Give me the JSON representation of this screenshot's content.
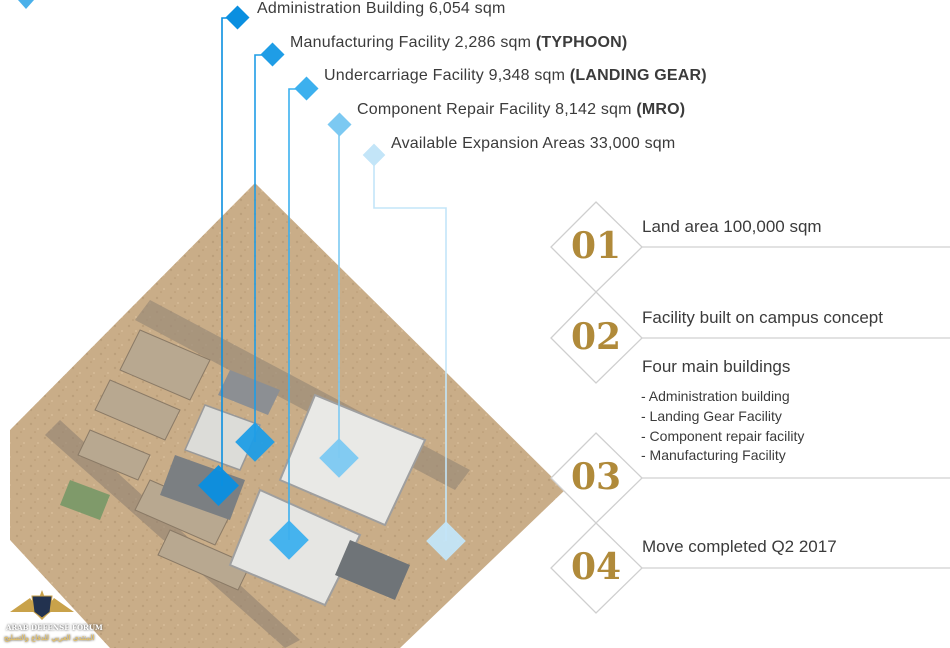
{
  "legend": [
    {
      "text": "Administration Building 6,054 sqm",
      "tag": "",
      "color": "#0a8fe0"
    },
    {
      "text": "Manufacturing Facility 2,286 sqm",
      "tag": "(TYPHOON)",
      "color": "#1f9de6"
    },
    {
      "text": "Undercarriage Facility 9,348 sqm",
      "tag": "(LANDING GEAR)",
      "color": "#3cb0ee"
    },
    {
      "text": "Component Repair Facility 8,142 sqm",
      "tag": "(MRO)",
      "color": "#7cc9f2"
    },
    {
      "text": "Available Expansion Areas 33,000 sqm",
      "tag": "",
      "color": "#c3e5f8"
    }
  ],
  "facts": [
    {
      "number": "01",
      "text": "Land area 100,000 sqm"
    },
    {
      "number": "02",
      "text": "Facility built on campus concept"
    },
    {
      "number": "03",
      "text": "Four main buildings"
    },
    {
      "number": "04",
      "text": "Move completed Q2 2017"
    }
  ],
  "buildings_list": [
    "- Administration building",
    "- Landing Gear Facility",
    "- Component repair facility",
    "- Manufacturing Facility"
  ],
  "watermark": {
    "line1": "ARAB DEFENSE FORUM",
    "line2": "المنتدى العربي للدفاع والتسليح"
  },
  "colors": {
    "accent_gold": "#b08a3a",
    "line_gray": "#d0d0d0"
  }
}
